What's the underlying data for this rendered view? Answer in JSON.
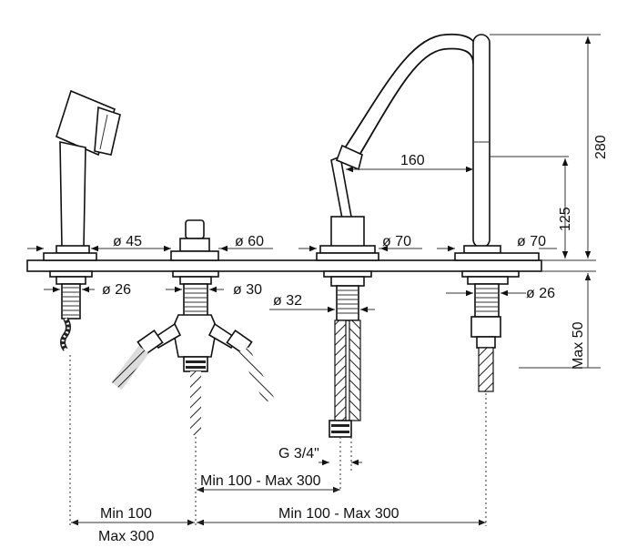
{
  "dimensions": {
    "dia_45": "ø 45",
    "dia_60": "ø 60",
    "dia_70_mixer": "ø 70",
    "dia_70_spout": "ø 70",
    "dia_26_shower": "ø 26",
    "dia_30": "ø 30",
    "dia_32": "ø 32",
    "dia_26_spout": "ø 26",
    "reach_160": "160",
    "height_280": "280",
    "height_125": "125",
    "max_50": "Max 50",
    "thread_g34": "G 3/4\"",
    "spacing_mid": "Min 100 - Max 300",
    "spacing_left_min": "Min 100",
    "spacing_left_max": "Max 300",
    "spacing_right": "Min 100 - Max 300"
  }
}
